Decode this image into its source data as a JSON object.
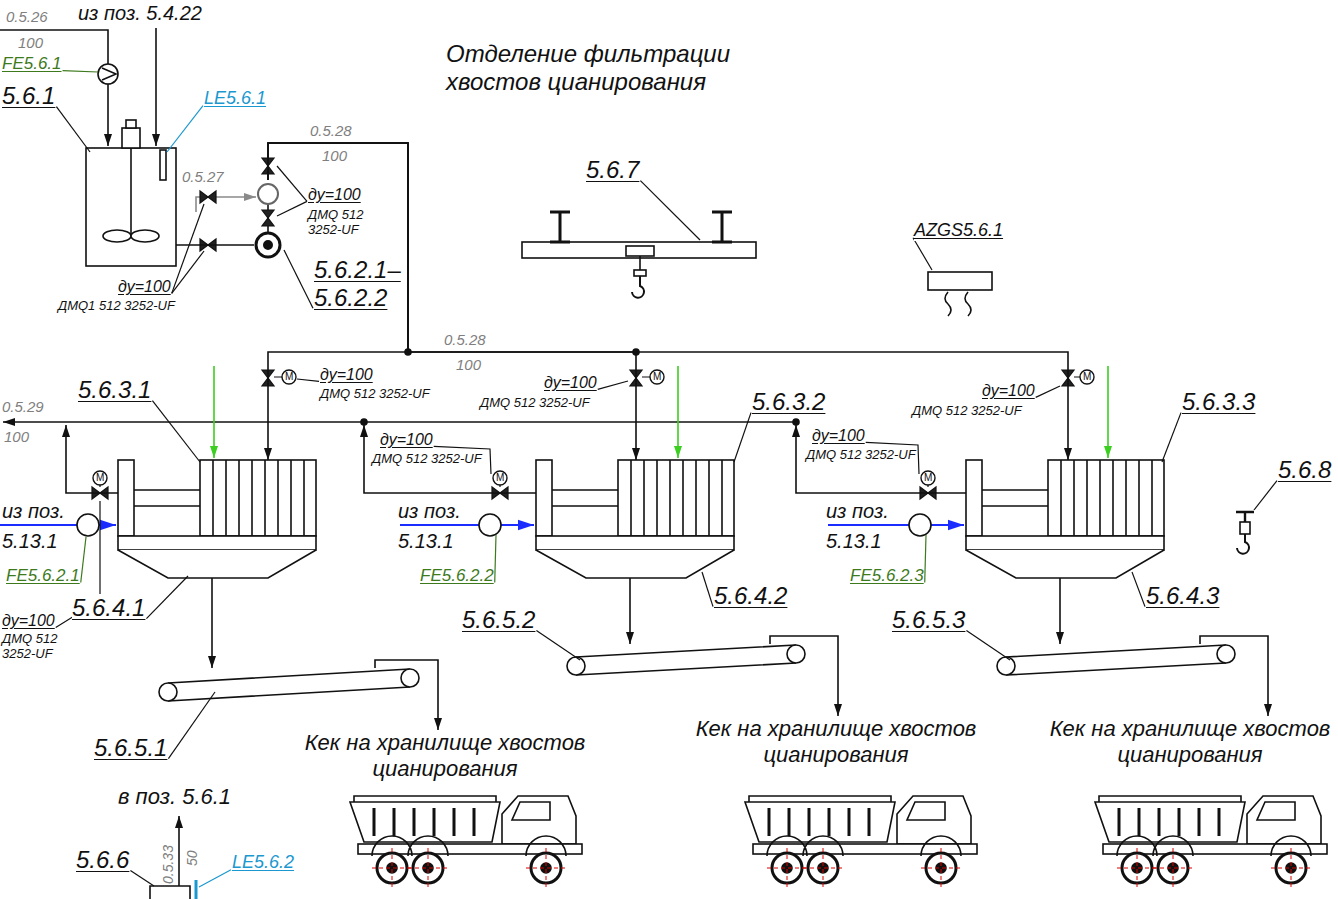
{
  "diagram": {
    "title": "Отделение фильтрации хвостов цианирования",
    "nodes": [
      {
        "text": [
          "5.6.1"
        ]
      },
      {
        "text": [
          "5.6.2.1– 5.6.2.2"
        ]
      },
      {
        "text": [
          "5.6.3.1"
        ]
      },
      {
        "text": [
          "5.6.3.2"
        ]
      },
      {
        "text": [
          "5.6.3.3"
        ]
      },
      {
        "text": [
          "5.6.4.1"
        ]
      },
      {
        "text": [
          "5.6.4.2"
        ]
      },
      {
        "text": [
          "5.6.4.3"
        ]
      },
      {
        "text": [
          "5.6.5.1"
        ]
      },
      {
        "text": [
          "5.6.5.2"
        ]
      },
      {
        "text": [
          "5.6.5.3"
        ]
      },
      {
        "text": [
          "Кек на хранилище хвостов цианирования"
        ]
      },
      {
        "text": [
          "Кек на хранилище хвостов цианирования"
        ]
      },
      {
        "text": [
          "Кек на хранилище хвостов цианирования"
        ]
      },
      {
        "text": [
          "5.6.7"
        ]
      },
      {
        "text": [
          "5.6.8"
        ]
      },
      {
        "text": [
          "AZGS5.6.1"
        ]
      },
      {
        "text": [
          "5.6.6"
        ]
      }
    ],
    "edges": [
      {
        "from": 0,
        "to": 1,
        "arrow": "none"
      },
      {
        "from": 1,
        "to": 2,
        "arrow": "to"
      },
      {
        "from": 1,
        "to": 3,
        "arrow": "to"
      },
      {
        "from": 1,
        "to": 4,
        "arrow": "to"
      },
      {
        "from": 5,
        "to": 8,
        "arrow": "to"
      },
      {
        "from": 6,
        "to": 9,
        "arrow": "to"
      },
      {
        "from": 7,
        "to": 10,
        "arrow": "to"
      },
      {
        "from": 8,
        "to": 11,
        "arrow": "to"
      },
      {
        "from": 9,
        "to": 12,
        "arrow": "to"
      },
      {
        "from": 10,
        "to": 13,
        "arrow": "to"
      }
    ],
    "labels": [
      "0.5.26",
      "100",
      "из поз. 5.4.22",
      "FE5.6.1",
      "LE5.6.1",
      "0.5.27",
      "ду=100",
      "ДМQ 512 3252-UF",
      "ду=100",
      "ДМQ1 512 3252-UF",
      "0.5.28",
      "100",
      "0.5.28",
      "100",
      "ду=100",
      "ДМQ 512 3252-UF",
      "M",
      "ду=100",
      "ДМQ 512 3252-UF",
      "M",
      "ду=100",
      "ДМQ 512 3252-UF",
      "M",
      "0.5.29",
      "100",
      "ду=100",
      "ДМQ 512 3252-UF",
      "M",
      "ду=100",
      "ДМQ 512 3252-UF",
      "M",
      "из поз. 5.13.1",
      "M",
      "FE5.6.2.1",
      "ду=100",
      "ДМQ 512 3252-UF",
      "из поз. 5.13.1",
      "FE5.6.2.2",
      "из поз. 5.13.1",
      "FE5.6.2.3",
      "в поз. 5.6.1",
      "0.5.33",
      "50",
      "LE5.6.2"
    ]
  }
}
